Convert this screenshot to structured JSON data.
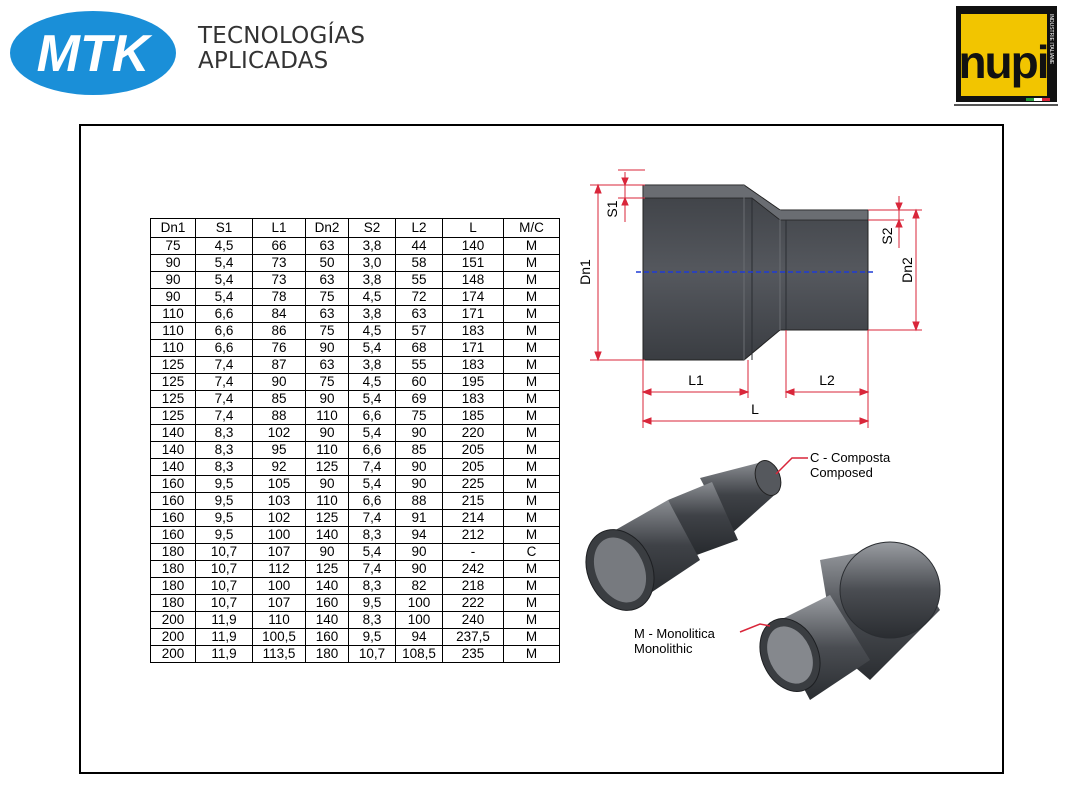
{
  "header": {
    "logo_text": "MTK",
    "tagline_line1": "TECNOLOGÍAS",
    "tagline_line2": "APLICADAS",
    "brand_logo_text": "nupi",
    "brand_logo_subtext": "INDUSTRIE ITALIANE"
  },
  "colors": {
    "mtk_blue": "#1a8fd8",
    "nupi_yellow": "#f2c500",
    "pipe_gray": "#4a4d52",
    "dimension_red": "#d9263a",
    "axis_blue": "#1f3bd6"
  },
  "table": {
    "headers": [
      "Dn1",
      "S1",
      "L1",
      "Dn2",
      "S2",
      "L2",
      "L",
      "M/C"
    ],
    "rows": [
      [
        "75",
        "4,5",
        "66",
        "63",
        "3,8",
        "44",
        "140",
        "M"
      ],
      [
        "90",
        "5,4",
        "73",
        "50",
        "3,0",
        "58",
        "151",
        "M"
      ],
      [
        "90",
        "5,4",
        "73",
        "63",
        "3,8",
        "55",
        "148",
        "M"
      ],
      [
        "90",
        "5,4",
        "78",
        "75",
        "4,5",
        "72",
        "174",
        "M"
      ],
      [
        "110",
        "6,6",
        "84",
        "63",
        "3,8",
        "63",
        "171",
        "M"
      ],
      [
        "110",
        "6,6",
        "86",
        "75",
        "4,5",
        "57",
        "183",
        "M"
      ],
      [
        "110",
        "6,6",
        "76",
        "90",
        "5,4",
        "68",
        "171",
        "M"
      ],
      [
        "125",
        "7,4",
        "87",
        "63",
        "3,8",
        "55",
        "183",
        "M"
      ],
      [
        "125",
        "7,4",
        "90",
        "75",
        "4,5",
        "60",
        "195",
        "M"
      ],
      [
        "125",
        "7,4",
        "85",
        "90",
        "5,4",
        "69",
        "183",
        "M"
      ],
      [
        "125",
        "7,4",
        "88",
        "110",
        "6,6",
        "75",
        "185",
        "M"
      ],
      [
        "140",
        "8,3",
        "102",
        "90",
        "5,4",
        "90",
        "220",
        "M"
      ],
      [
        "140",
        "8,3",
        "95",
        "110",
        "6,6",
        "85",
        "205",
        "M"
      ],
      [
        "140",
        "8,3",
        "92",
        "125",
        "7,4",
        "90",
        "205",
        "M"
      ],
      [
        "160",
        "9,5",
        "105",
        "90",
        "5,4",
        "90",
        "225",
        "M"
      ],
      [
        "160",
        "9,5",
        "103",
        "110",
        "6,6",
        "88",
        "215",
        "M"
      ],
      [
        "160",
        "9,5",
        "102",
        "125",
        "7,4",
        "91",
        "214",
        "M"
      ],
      [
        "160",
        "9,5",
        "100",
        "140",
        "8,3",
        "94",
        "212",
        "M"
      ],
      [
        "180",
        "10,7",
        "107",
        "90",
        "5,4",
        "90",
        "-",
        "C"
      ],
      [
        "180",
        "10,7",
        "112",
        "125",
        "7,4",
        "90",
        "242",
        "M"
      ],
      [
        "180",
        "10,7",
        "100",
        "140",
        "8,3",
        "82",
        "218",
        "M"
      ],
      [
        "180",
        "10,7",
        "107",
        "160",
        "9,5",
        "100",
        "222",
        "M"
      ],
      [
        "200",
        "11,9",
        "110",
        "140",
        "8,3",
        "100",
        "240",
        "M"
      ],
      [
        "200",
        "11,9",
        "100,5",
        "160",
        "9,5",
        "94",
        "237,5",
        "M"
      ],
      [
        "200",
        "11,9",
        "113,5",
        "180",
        "10,7",
        "108,5",
        "235",
        "M"
      ]
    ]
  },
  "drawing": {
    "labels": {
      "s1": "S1",
      "s2": "S2",
      "dn1": "Dn1",
      "dn2": "Dn2",
      "l1": "L1",
      "l2": "L2",
      "l": "L"
    }
  },
  "callouts": {
    "composed_line1": "C - Composta",
    "composed_line2": "Composed",
    "monolithic_line1": "M - Monolitica",
    "monolithic_line2": "Monolithic"
  }
}
